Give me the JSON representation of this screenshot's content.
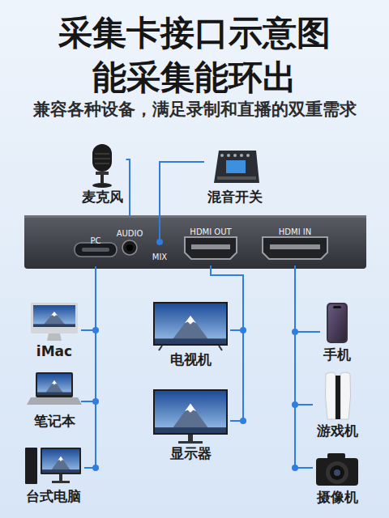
{
  "diagram": {
    "title": "采集卡接口示意图 能采集能环出",
    "nodes": [
      {
        "text": [
          "麦克风"
        ]
      },
      {
        "text": [
          "混音开关"
        ]
      },
      {
        "text": [
          "PC"
        ]
      },
      {
        "text": [
          "AUDIO"
        ]
      },
      {
        "text": [
          "MIX"
        ]
      },
      {
        "text": [
          "HDMI OUT"
        ]
      },
      {
        "text": [
          "HDMI IN"
        ]
      },
      {
        "text": [
          "iMac"
        ]
      },
      {
        "text": [
          "电视机"
        ]
      },
      {
        "text": [
          "手机"
        ]
      },
      {
        "text": [
          "笔记本"
        ]
      },
      {
        "text": [
          "游戏机"
        ]
      },
      {
        "text": [
          "台式电脑"
        ]
      },
      {
        "text": [
          "显示器"
        ]
      },
      {
        "text": [
          "摄像机"
        ]
      }
    ],
    "edges": [
      {
        "from": 3,
        "to": 0,
        "arrow": "none"
      },
      {
        "from": 4,
        "to": 1,
        "arrow": "none"
      },
      {
        "from": 2,
        "to": 7,
        "arrow": "none"
      },
      {
        "from": 2,
        "to": 10,
        "arrow": "none"
      },
      {
        "from": 2,
        "to": 12,
        "arrow": "none"
      },
      {
        "from": 5,
        "to": 8,
        "arrow": "none"
      },
      {
        "from": 5,
        "to": 13,
        "arrow": "none"
      },
      {
        "from": 6,
        "to": 9,
        "arrow": "none"
      },
      {
        "from": 6,
        "to": 11,
        "arrow": "none"
      },
      {
        "from": 6,
        "to": 14,
        "arrow": "none"
      }
    ],
    "labels": [
      "兼容各种设备，满足录制和直播的双重需求"
    ]
  }
}
